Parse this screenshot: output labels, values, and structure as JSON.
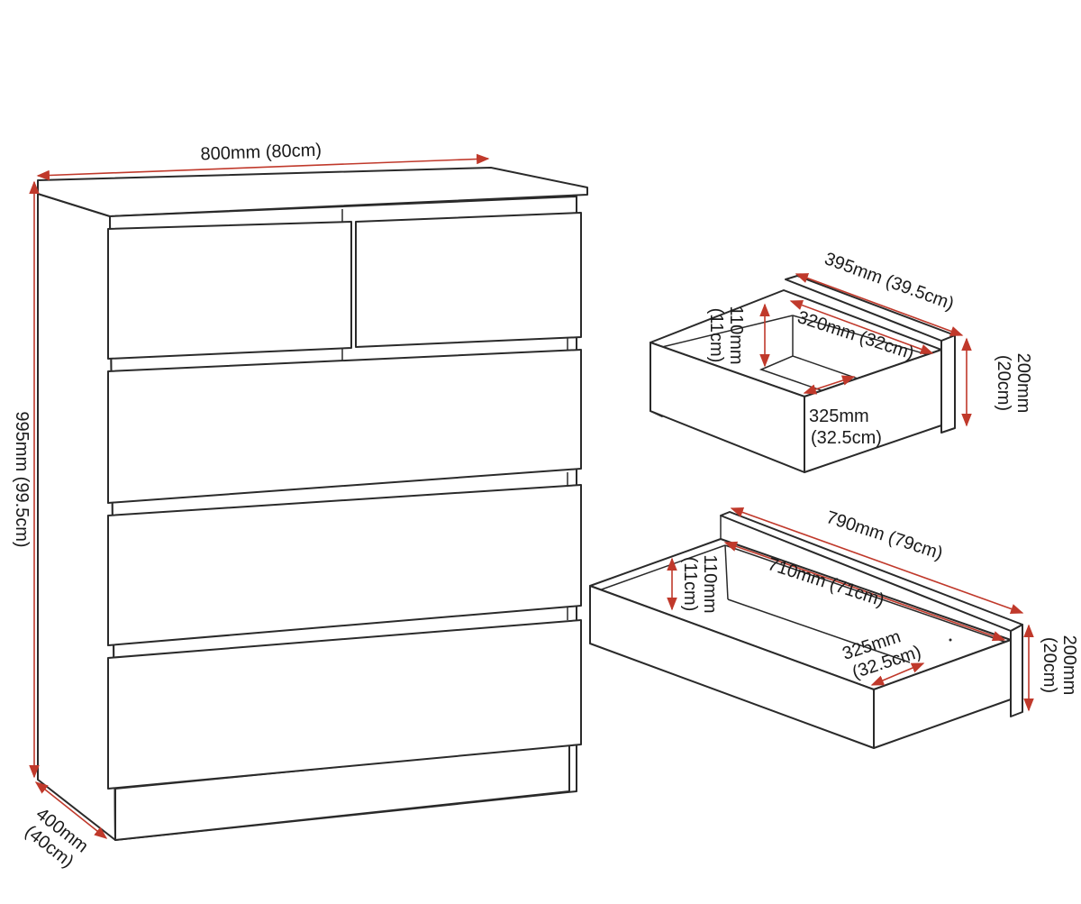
{
  "colors": {
    "dimension_line": "#c0392b",
    "outline": "#2a2a2a",
    "background": "#ffffff"
  },
  "chest": {
    "width_label": "800mm (80cm)",
    "height_label": "995mm (99.5cm)",
    "depth_label_line1": "400mm",
    "depth_label_line2": "(40cm)"
  },
  "small_drawer": {
    "outer_length_label": "395mm (39.5cm)",
    "inner_length_label": "320mm (32cm)",
    "inner_height_line1": "110mm",
    "inner_height_line2": "(11cm)",
    "depth_line1": "325mm",
    "depth_line2": "(32.5cm)",
    "front_height_line1": "200mm",
    "front_height_line2": "(20cm)"
  },
  "large_drawer": {
    "outer_length_label": "790mm (79cm)",
    "inner_length_label": "710mm (71cm)",
    "inner_height_line1": "110mm",
    "inner_height_line2": "(11cm)",
    "depth_line1": "325mm",
    "depth_line2": "(32.5cm)",
    "front_height_line1": "200mm",
    "front_height_line2": "(20cm)"
  }
}
